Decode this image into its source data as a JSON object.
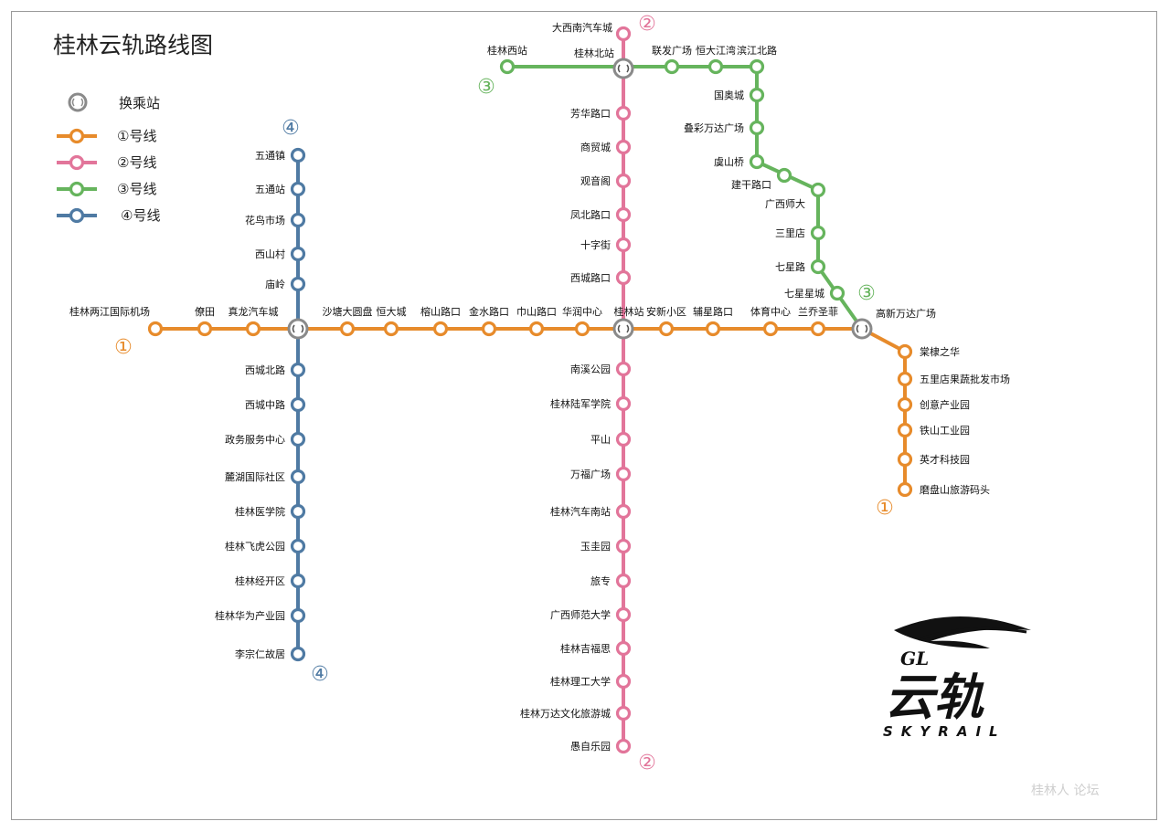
{
  "title": "桂林云轨路线图",
  "legend": {
    "transfer": "换乘站",
    "lines": [
      "①号线",
      "②号线",
      "③号线",
      "④号线"
    ]
  },
  "colors": {
    "line1": "#e78b2b",
    "line2": "#e2759a",
    "line3": "#66b45d",
    "line4": "#4f7aa3",
    "transfer": "#8a8a8a"
  },
  "line_numbers": {
    "line1": "①",
    "line2": "②",
    "line3": "③",
    "line4": "④"
  },
  "lines": {
    "line1": [
      "桂林两江国际机场",
      "僚田",
      "真龙汽车城",
      "沙塘大圆盘",
      "恒大城",
      "榕山路口",
      "金水路口",
      "巾山路口",
      "华润中心",
      "安新小区",
      "辅星路口",
      "体育中心",
      "兰乔圣菲",
      "棠棣之华",
      "五里店果蔬批发市场",
      "创意产业园",
      "铁山工业园",
      "英才科技园",
      "磨盘山旅游码头"
    ],
    "line2": [
      "大西南汽车城",
      "芳华路口",
      "商贸城",
      "观音阁",
      "凤北路口",
      "十字街",
      "西城路口",
      "南溪公园",
      "桂林陆军学院",
      "平山",
      "万福广场",
      "桂林汽车南站",
      "玉圭园",
      "旅专",
      "广西师范大学",
      "桂林吉福思",
      "桂林理工大学",
      "桂林万达文化旅游城",
      "愚自乐园"
    ],
    "line3": [
      "桂林西站",
      "联发广场",
      "恒大江湾",
      "滨江北路",
      "国奥城",
      "叠彩万达广场",
      "虞山桥",
      "建干路口",
      "广西师大",
      "三里店",
      "七星路",
      "七星星城"
    ],
    "line4": [
      "五通镇",
      "五通站",
      "花鸟市场",
      "西山村",
      "庙岭",
      "西城北路",
      "西城中路",
      "政务服务中心",
      "麓湖国际社区",
      "桂林医学院",
      "桂林飞虎公园",
      "桂林经开区",
      "桂林华为产业园",
      "李宗仁故居"
    ],
    "transfers": [
      "桂林北站",
      "桂林站",
      "高新万达广场"
    ]
  },
  "brand": {
    "gl": "GL",
    "name": "云轨",
    "en": "SKYRAIL"
  },
  "watermark": "桂林人 论坛"
}
